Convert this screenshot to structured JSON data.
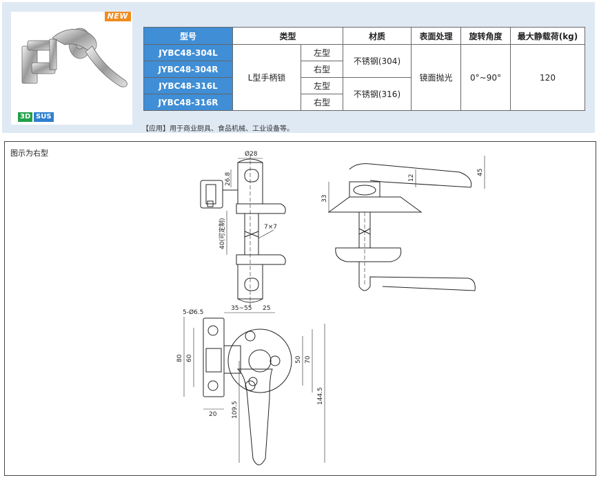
{
  "badges": {
    "new": "NEW",
    "three_d": "3D",
    "material": "SUS"
  },
  "table": {
    "headers": [
      "型号",
      "类型",
      "材质",
      "表面处理",
      "旋转角度",
      "最大静载荷(kg)"
    ],
    "models": [
      "JYBC48-304L",
      "JYBC48-304R",
      "JYBC48-316L",
      "JYBC48-316R"
    ],
    "type": "L型手柄锁",
    "hands": [
      "左型",
      "右型",
      "左型",
      "右型"
    ],
    "materials": [
      "不锈钢(304)",
      "不锈钢(316)"
    ],
    "surface": "镜面抛光",
    "angle": "0°~90°",
    "load": "120"
  },
  "note": "【应用】用于商业厨具、食品机械、工业设备等。",
  "drawing": {
    "caption": "图示为右型",
    "dims": {
      "d28": "Ø28",
      "d26_8": "26.8",
      "d40": "40(可定制)",
      "d7x7": "7×7",
      "d33": "33",
      "d12": "12",
      "d45": "45",
      "d5_6_5": "5-Ø6.5",
      "d35_55": "35~55",
      "d25": "25",
      "d80": "80",
      "d60": "60",
      "d50": "50",
      "d70": "70",
      "d144_5": "144.5",
      "d109_5": "109.5",
      "d20": "20"
    }
  }
}
